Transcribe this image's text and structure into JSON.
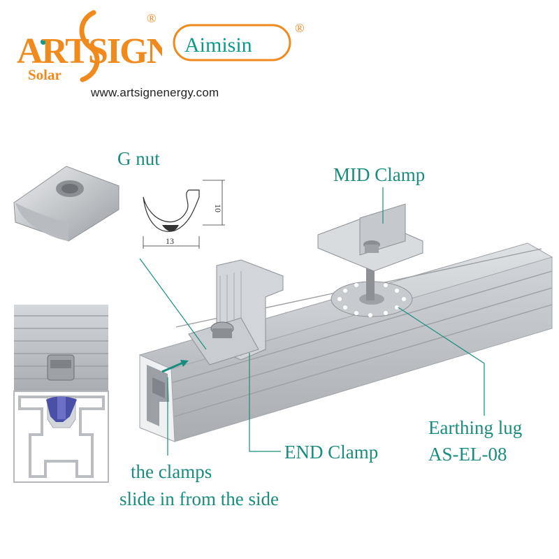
{
  "brand": {
    "artsign_logo_text": "ARTSIGN",
    "artsign_sub": "Solar",
    "aimisin_logo_text": "Aimisin",
    "registered_mark": "®",
    "website": "www.artsignenergy.com"
  },
  "labels": {
    "g_nut": "G nut",
    "mid_clamp": "MID Clamp",
    "end_clamp": "END Clamp",
    "earthing_lug": "Earthing lug",
    "earthing_lug_model": "AS-EL-08",
    "slide_line1": "the clamps",
    "slide_line2": "slide in from the side"
  },
  "dimensions": {
    "height": "10",
    "width": "13"
  },
  "colors": {
    "accent_teal": "#1a8c7e",
    "logo_orange": "#f08a1c",
    "logo_teal": "#0a9a8a",
    "aluminium": "#c9ccd0",
    "nut_blue": "#4a4fa8"
  }
}
